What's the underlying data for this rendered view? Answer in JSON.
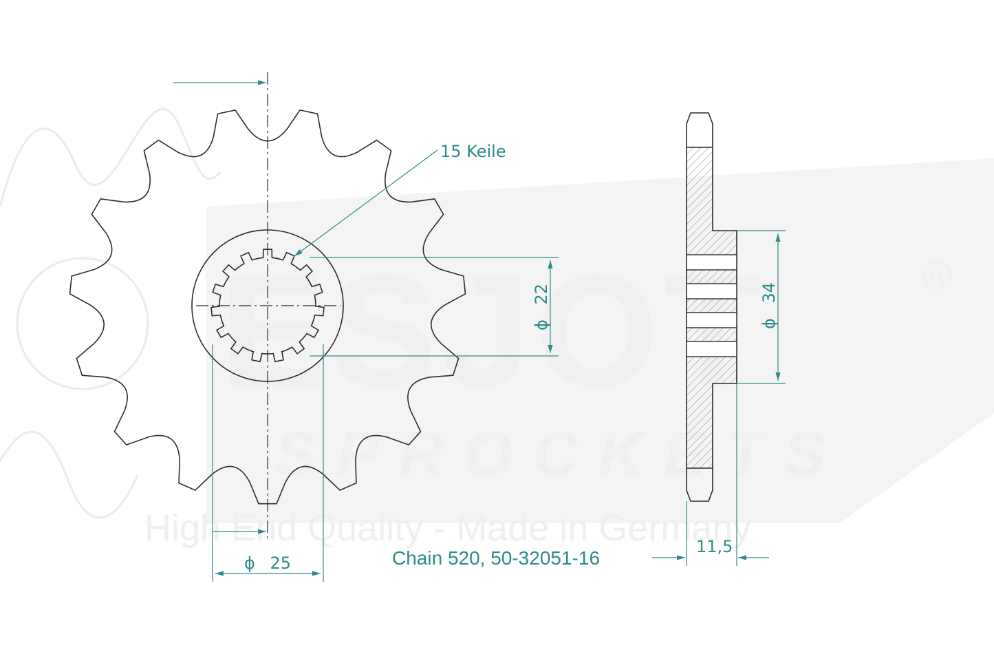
{
  "watermark": {
    "brand": "ESJOT",
    "registered": "®",
    "sub": "SPROCKETS",
    "tagline": "High End Quality - Made in Germany"
  },
  "sprocket": {
    "teeth": 15,
    "splines": 15
  },
  "labels": {
    "splines_note": "15 Keile",
    "dia_22_symbol": "ϕ",
    "dia_22": "22",
    "dia_34_symbol": "ϕ",
    "dia_34": "34",
    "dia_25_symbol": "ϕ",
    "dia_25": "25",
    "width": "11,5",
    "caption": "Chain 520, 50-32051-16"
  },
  "colors": {
    "dimension": "#2e8b88",
    "outline": "#2b2b2b",
    "watermark": "#ececec"
  }
}
